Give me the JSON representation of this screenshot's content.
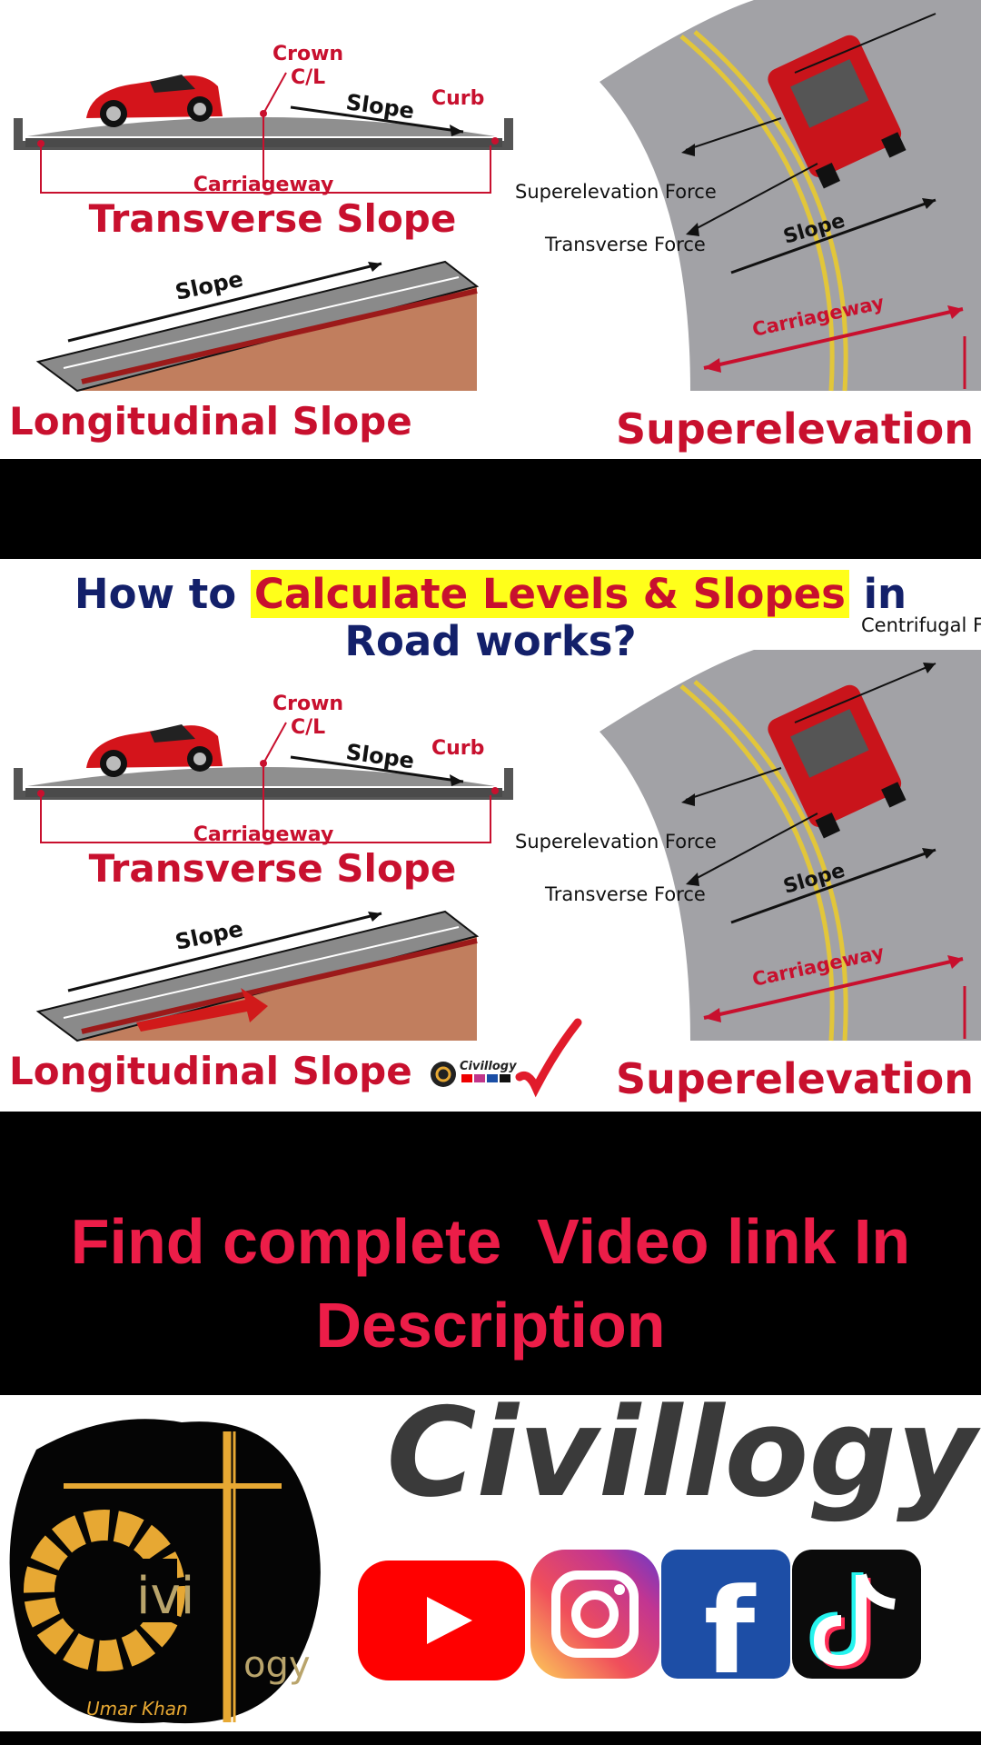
{
  "panel": {
    "crown": "Crown",
    "cl": "C/L",
    "slope": "Slope",
    "curb": "Curb",
    "carriageway": "Carriageway",
    "transverse_slope": "Transverse Slope",
    "longitudinal_slope": "Longitudinal Slope",
    "superelevation": "Superelevation",
    "superelevation_force": "Superelevation Force",
    "transverse_force": "Transverse Force",
    "centrifugal_force": "Centrifugal For"
  },
  "title": {
    "prefix": "How to",
    "highlight": "Calculate Levels & Slopes",
    "suffix": "in",
    "line2": "Road works?"
  },
  "watermark": "Civillogy",
  "cta": {
    "line1": "Find complete  Video link In",
    "line2": "Description"
  },
  "brand": {
    "name": "Civillogy",
    "logo_text_a": "ivi",
    "logo_text_b": "ogy",
    "signature": "Umar Khan",
    "icons": [
      "youtube-icon",
      "instagram-icon",
      "facebook-icon",
      "tiktok-icon"
    ]
  },
  "colors": {
    "red": "#c8102e",
    "navy": "#13206a",
    "highlight": "#ffff1a",
    "cta": "#ec1d48",
    "road": "#a2a2a6"
  }
}
